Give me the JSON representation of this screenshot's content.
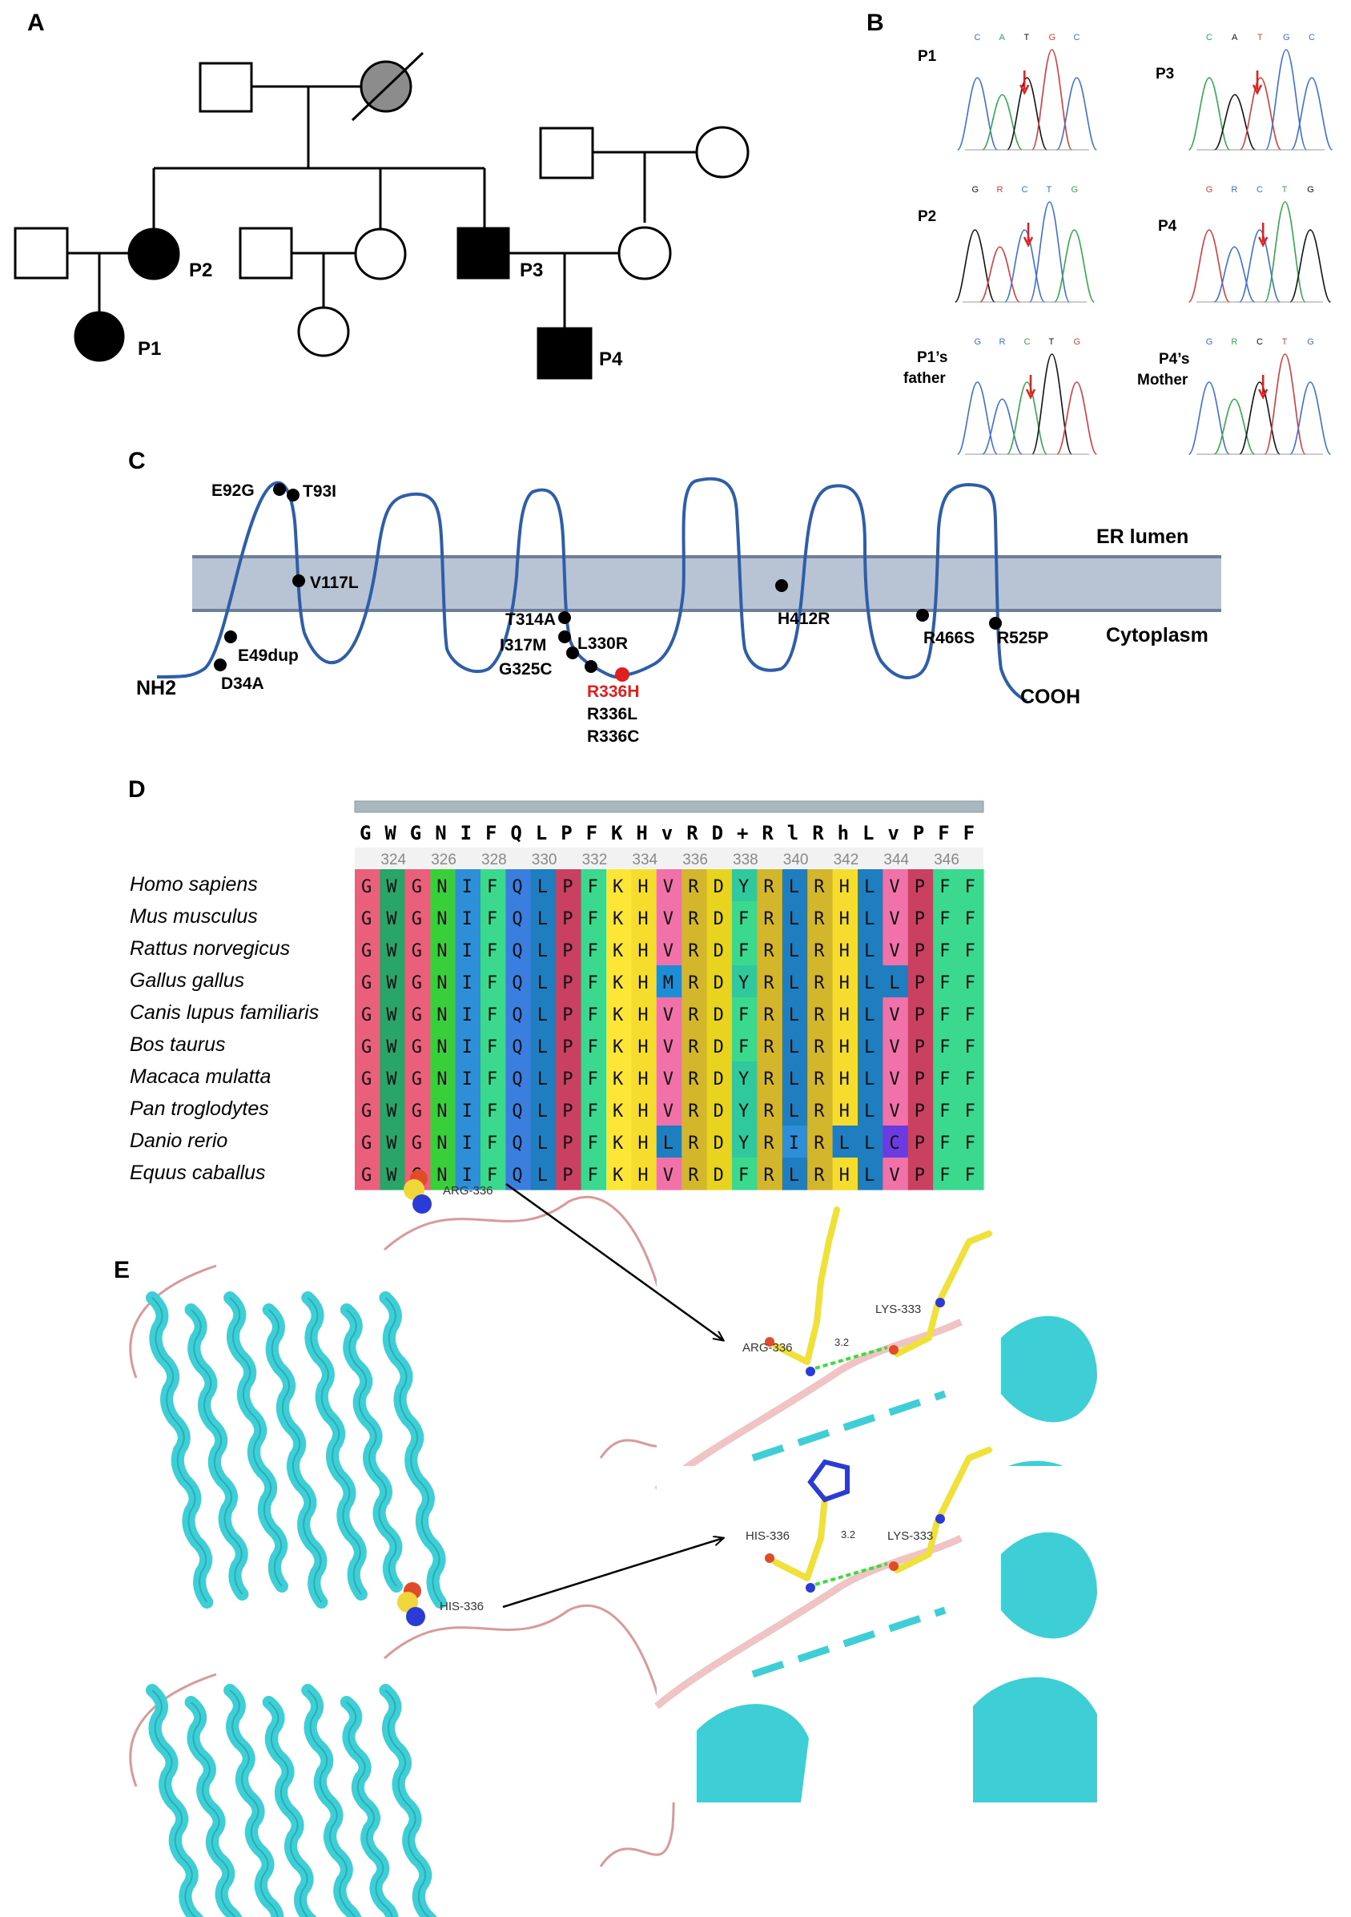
{
  "panels": {
    "a": "A",
    "b": "B",
    "c": "C",
    "d": "D",
    "e": "E"
  },
  "pedigree": {
    "p1": "P1",
    "p2": "P2",
    "p3": "P3",
    "p4": "P4"
  },
  "chromatograms": [
    {
      "label": "P1",
      "bases": [
        "C",
        "A",
        "T",
        "G",
        "C"
      ]
    },
    {
      "label": "P3",
      "bases": [
        "C",
        "A",
        "T",
        "G",
        "C"
      ]
    },
    {
      "label": "P2",
      "bases": [
        "G",
        "R",
        "C",
        "T",
        "G"
      ]
    },
    {
      "label": "P4",
      "bases": [
        "G",
        "R",
        "C",
        "T",
        "G"
      ]
    },
    {
      "label": "P1's father",
      "bases": [
        "G",
        "R",
        "C",
        "T",
        "G"
      ]
    },
    {
      "label": "P4's Mother",
      "bases": [
        "G",
        "R",
        "C",
        "T",
        "G"
      ]
    }
  ],
  "topology": {
    "er_lumen": "ER lumen",
    "cytoplasm": "Cytoplasm",
    "nterm": "NH2",
    "cterm": "COOH",
    "mutations": {
      "e92g": "E92G",
      "t93i": "T93I",
      "v117l": "V117L",
      "e49dup": "E49dup",
      "d34a": "D34A",
      "t314a": "T314A",
      "i317m": "I317M",
      "g325c": "G325C",
      "l330r": "L330R",
      "r336h": "R336H",
      "r336l": "R336L",
      "r336c": "R336C",
      "h412r": "H412R",
      "r466s": "R466S",
      "r525p": "R525P"
    },
    "highlight_color": "#e0201f",
    "membrane_color": "#b8c3d3",
    "chain_color": "#2f5ea8"
  },
  "alignment": {
    "consensus": [
      "G",
      "W",
      "G",
      "N",
      "I",
      "F",
      "Q",
      "L",
      "P",
      "F",
      "K",
      "H",
      "v",
      "R",
      "D",
      "+",
      "R",
      "l",
      "R",
      "h",
      "L",
      "v",
      "P",
      "F",
      "F"
    ],
    "positions": [
      "324",
      "326",
      "328",
      "330",
      "332",
      "334",
      "336",
      "338",
      "340",
      "342",
      "344",
      "346"
    ],
    "species": [
      "Homo sapiens",
      "Mus musculus",
      "Rattus norvegicus",
      "Gallus gallus",
      "Canis lupus familiaris",
      "Bos taurus",
      "Macaca mulatta",
      "Pan troglodytes",
      "Danio rerio",
      "Equus caballus"
    ],
    "rows": [
      "GWGNIFQLPFKHVRDYRLRHLVPFF",
      "GWGNIFQLPFKHVRDFRLRHLVPFF",
      "GWGNIFQLPFKHVRDFRLRHLVPFF",
      "GWGNIFQLPFKHMRDYRLRHLLPFF",
      "GWGNIFQLPFKHVRDFRLRHLVPFF",
      "GWGNIFQLPFKHVRDFRLRHLVPFF",
      "GWGNIFQLPFKHVRDYRLRHLVPFF",
      "GWGNIFQLPFKHVRDYRLRHLVPFF",
      "GWGNIFQLPFKHLRDYRIRLLCPFF",
      "GWGNIFQLPFKHVRDFRLRHLVPFF"
    ]
  },
  "structures": {
    "wt_label": "ARG-336",
    "mut_label": "HIS-336",
    "wt_zoom_res": "ARG-336",
    "wt_zoom_lys": "LYS-333",
    "mut_zoom_res": "HIS-336",
    "mut_zoom_lys": "LYS-333",
    "dist_wt": "3.2",
    "dist_mut": "3.2",
    "helix_color": "#3ecfd6",
    "loop_color": "#d89a9a"
  }
}
